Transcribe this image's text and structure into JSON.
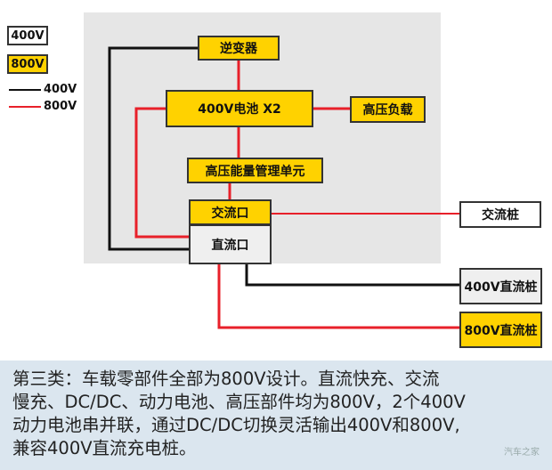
{
  "legend": {
    "box_400v": "400V",
    "box_800v": "800V",
    "line_400v": "400V",
    "line_800v": "800V"
  },
  "nodes": {
    "inverter": "逆变器",
    "battery": "400V电池 X2",
    "hv_load": "高压负载",
    "energy_mgmt": "高压能量管理单元",
    "ac_port": "交流口",
    "dc_port": "直流口",
    "ac_charger": "交流桩",
    "dc_charger_400": "400V直流桩",
    "dc_charger_800": "800V直流桩"
  },
  "colors": {
    "box_800v": "#ffd200",
    "line_800v": "#e8202a",
    "line_400v": "#111111"
  },
  "caption": {
    "line1": "第三类：车载零部件全部为800V设计。直流快充、交流",
    "line2": "慢充、DC/DC、动力电池、高压部件均为800V，2个400V",
    "line3": "动力电池串并联，通过DC/DC切换灵活输出400V和800V,",
    "line4": "兼容400V直流充电桩。"
  },
  "watermark": "汽车之家"
}
